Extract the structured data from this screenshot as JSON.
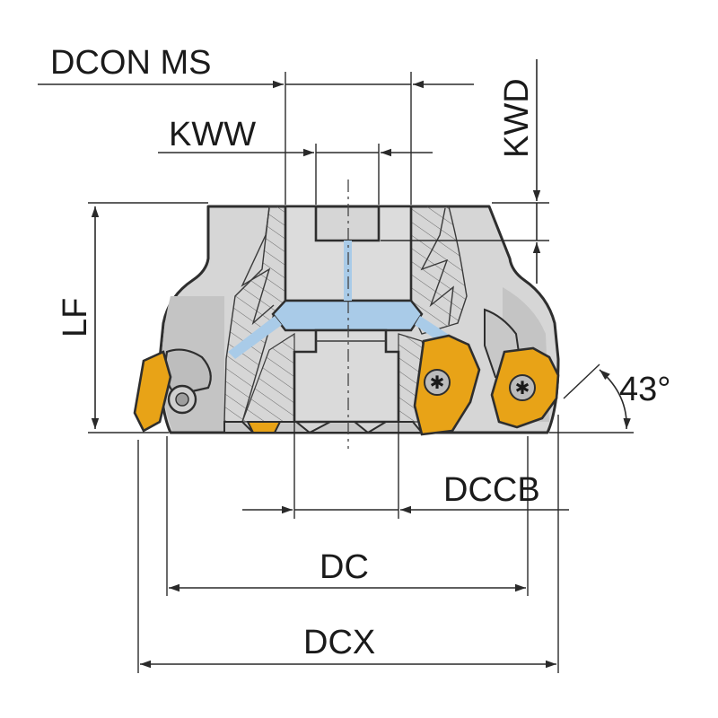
{
  "dimensions": {
    "dcon_ms": "DCON MS",
    "kww": "KWW",
    "kwd": "KWD",
    "lf": "LF",
    "angle": "43°",
    "dccb": "DCCB",
    "dc": "DC",
    "dcx": "DCX"
  },
  "colors": {
    "body": "#d6d6d6",
    "body_dark": "#bdbdbd",
    "insert": "#e8a317",
    "insert_dark": "#b97e0a",
    "coolant": "#a9cbe8",
    "line": "#2e2e2e"
  }
}
